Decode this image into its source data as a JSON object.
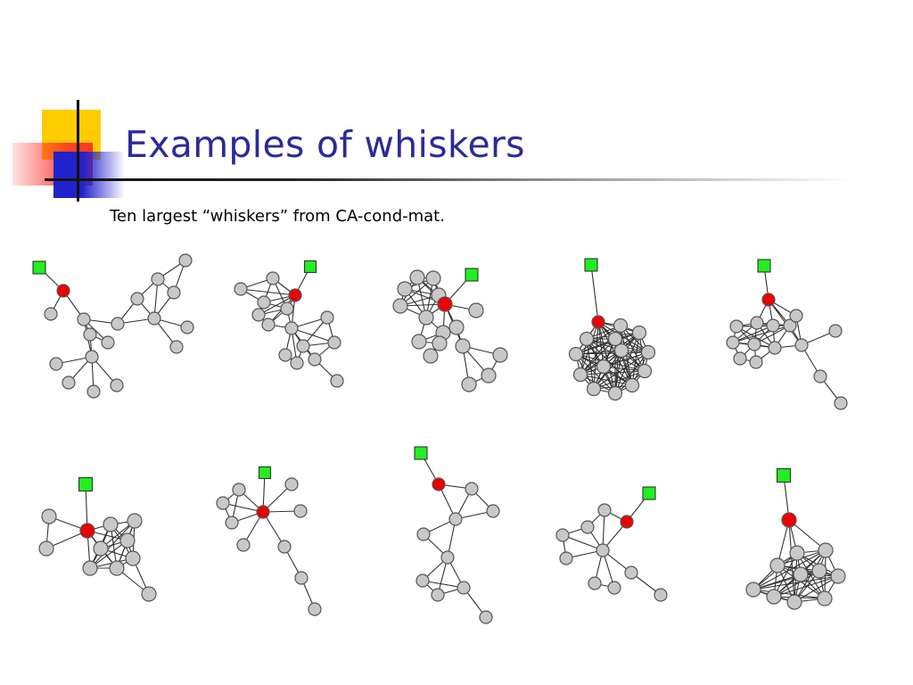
{
  "slide": {
    "title": "Examples of whiskers",
    "subtitle": "Ten largest “whiskers” from CA-cond-mat."
  },
  "colors": {
    "title": "#2b2b99",
    "node_gray": "#c8c8c8",
    "node_red": "#ee0000",
    "anchor_green": "#22ee22",
    "deco_yellow": "#ffcc00",
    "deco_red": "#ff2828",
    "deco_blue": "#2222cc"
  },
  "legend_semantics": {
    "anchor_node": "green square",
    "attachment_node": "red circle",
    "whisker_node": "gray circle"
  },
  "whisker_count": 10
}
